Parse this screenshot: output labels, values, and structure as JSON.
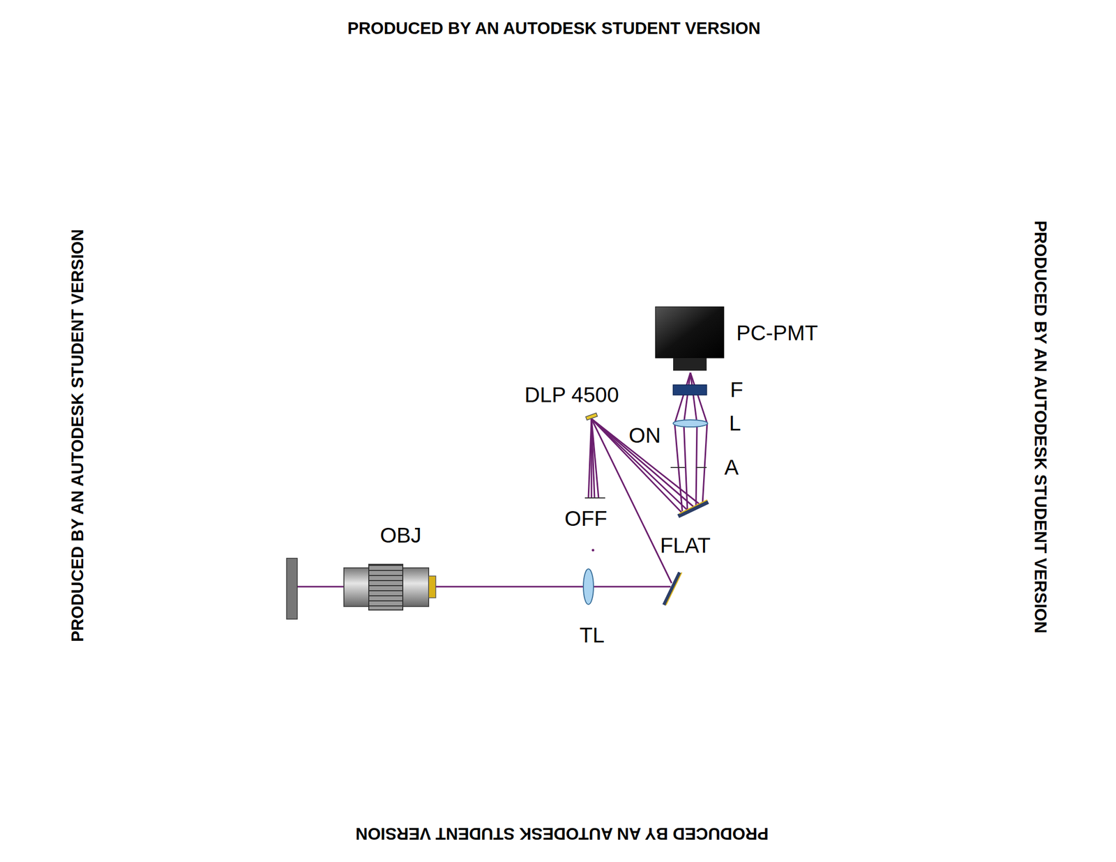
{
  "diagram": {
    "nodes": [],
    "edges": [],
    "labels": [
      "PRODUCED BY AN AUTODESK STUDENT VERSION",
      "PRODUCED BY AN AUTODESK STUDENT VERSION",
      "PRODUCED BY AN AUTODESK STUDENT VERSION",
      "PC-PMT",
      "DLP 4500",
      "F",
      "ON",
      "L",
      "A",
      "OFF",
      "FLAT",
      "OBJ",
      "TL",
      "PRODUCED BY AN AUTODESK STUDENT VERSION"
    ]
  }
}
